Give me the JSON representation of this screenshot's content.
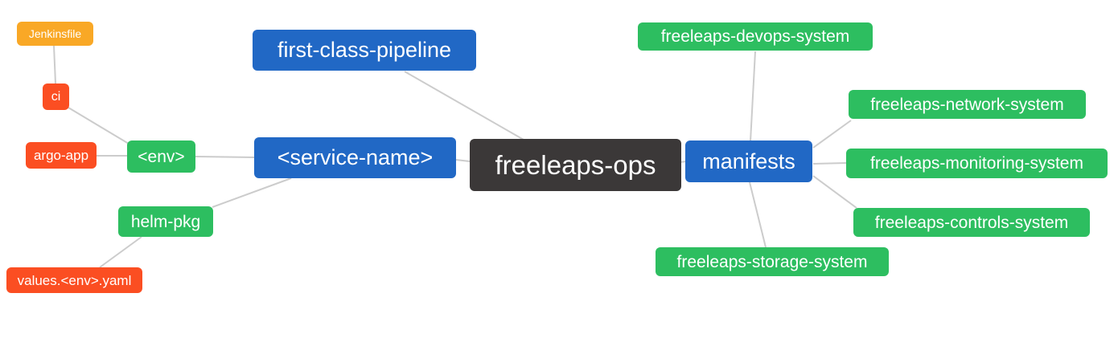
{
  "palette": {
    "root_node": "#3b3838",
    "branch_node": "#2168c5",
    "leaf_green": "#2dbe60",
    "leaf_orange": "#f9a826",
    "leaf_red": "#fb4e22",
    "edge": "#cccccc",
    "node_text": "#ffffff",
    "background": "#ffffff"
  },
  "mindmap": {
    "nodes": {
      "freeleaps_ops": {
        "label": "freeleaps-ops"
      },
      "first_class_pipeline": {
        "label": "first-class-pipeline"
      },
      "service_name": {
        "label": "<service-name>"
      },
      "manifests": {
        "label": "manifests"
      },
      "env": {
        "label": "<env>"
      },
      "helm_pkg": {
        "label": "helm-pkg"
      },
      "ci": {
        "label": "ci"
      },
      "argo_app": {
        "label": "argo-app"
      },
      "jenkinsfile": {
        "label": "Jenkinsfile"
      },
      "values_env_yaml": {
        "label": "values.<env>.yaml"
      },
      "devops_system": {
        "label": "freeleaps-devops-system"
      },
      "network_system": {
        "label": "freeleaps-network-system"
      },
      "monitoring_system": {
        "label": "freeleaps-monitoring-system"
      },
      "controls_system": {
        "label": "freeleaps-controls-system"
      },
      "storage_system": {
        "label": "freeleaps-storage-system"
      }
    },
    "edges": [
      [
        "freeleaps_ops",
        "first_class_pipeline"
      ],
      [
        "freeleaps_ops",
        "service_name"
      ],
      [
        "freeleaps_ops",
        "manifests"
      ],
      [
        "service_name",
        "env"
      ],
      [
        "service_name",
        "helm_pkg"
      ],
      [
        "env",
        "ci"
      ],
      [
        "env",
        "argo_app"
      ],
      [
        "ci",
        "jenkinsfile"
      ],
      [
        "helm_pkg",
        "values_env_yaml"
      ],
      [
        "manifests",
        "devops_system"
      ],
      [
        "manifests",
        "network_system"
      ],
      [
        "manifests",
        "monitoring_system"
      ],
      [
        "manifests",
        "controls_system"
      ],
      [
        "manifests",
        "storage_system"
      ]
    ]
  }
}
